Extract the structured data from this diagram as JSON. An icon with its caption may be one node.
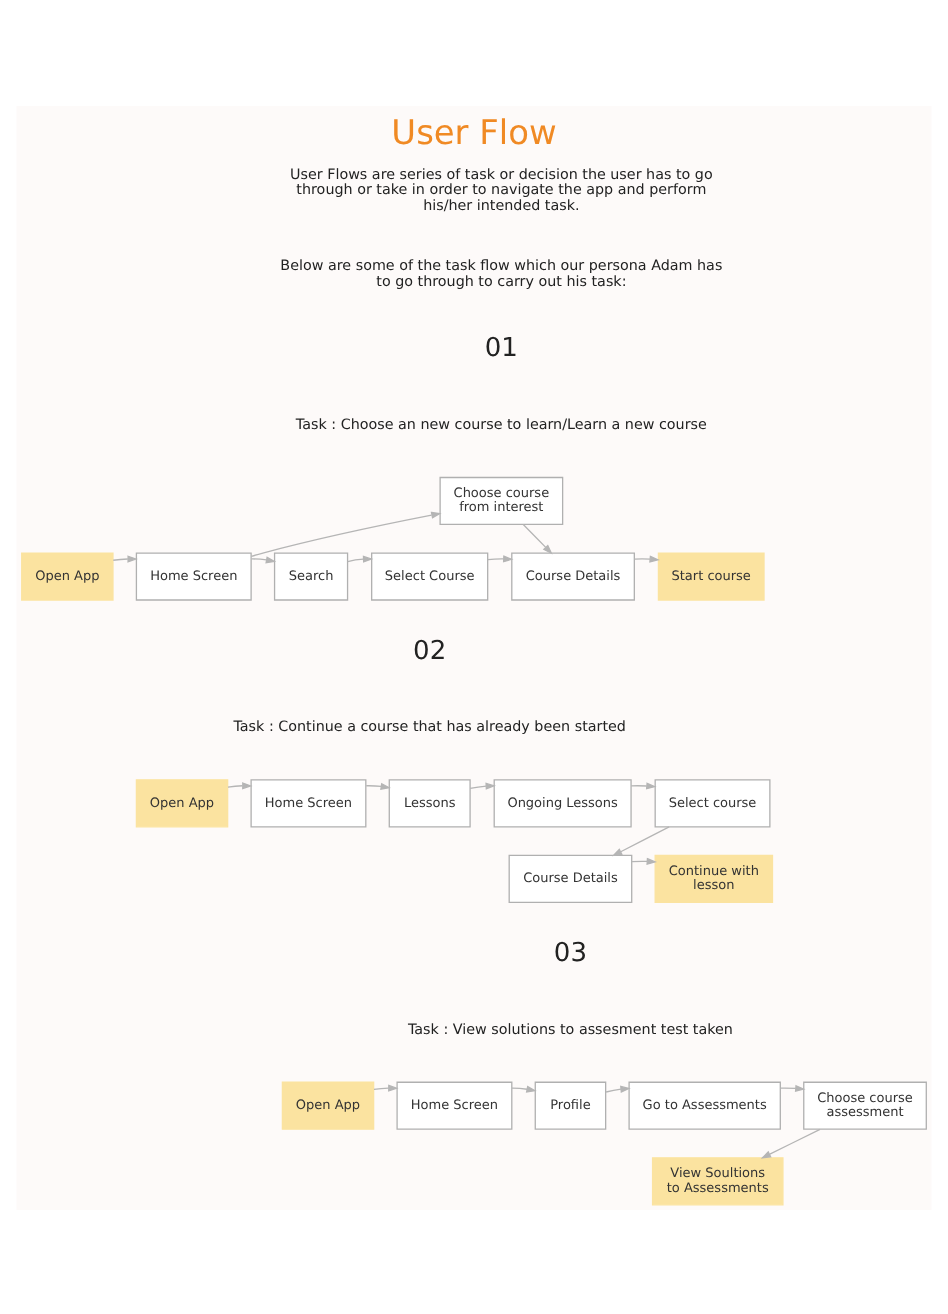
{
  "diagram": {
    "title": "User Flow",
    "nodes": [
      {
        "text": [
          "Open App"
        ]
      },
      {
        "text": [
          "Home Screen"
        ]
      },
      {
        "text": [
          "Search"
        ]
      },
      {
        "text": [
          "Select Course"
        ]
      },
      {
        "text": [
          "Course Details"
        ]
      },
      {
        "text": [
          "Start course"
        ]
      },
      {
        "text": [
          "Choose course from interest"
        ]
      },
      {
        "text": [
          "Open App"
        ]
      },
      {
        "text": [
          "Home Screen"
        ]
      },
      {
        "text": [
          "Lessons"
        ]
      },
      {
        "text": [
          "Ongoing Lessons"
        ]
      },
      {
        "text": [
          "Select course"
        ]
      },
      {
        "text": [
          "Course Details"
        ]
      },
      {
        "text": [
          "Continue with lesson"
        ]
      },
      {
        "text": [
          "Open App"
        ]
      },
      {
        "text": [
          "Home Screen"
        ]
      },
      {
        "text": [
          "Profile"
        ]
      },
      {
        "text": [
          "Go to Assessments"
        ]
      },
      {
        "text": [
          "Choose course assessment"
        ]
      },
      {
        "text": [
          "View Soultions to Assessments"
        ]
      }
    ],
    "edges": [
      {
        "from": 0,
        "to": 1,
        "arrow": "to"
      },
      {
        "from": 1,
        "to": 2,
        "arrow": "to"
      },
      {
        "from": 2,
        "to": 3,
        "arrow": "to"
      },
      {
        "from": 3,
        "to": 4,
        "arrow": "to"
      },
      {
        "from": 4,
        "to": 5,
        "arrow": "to"
      },
      {
        "from": 1,
        "to": 6,
        "arrow": "to"
      },
      {
        "from": 6,
        "to": 4,
        "arrow": "to"
      },
      {
        "from": 7,
        "to": 8,
        "arrow": "to"
      },
      {
        "from": 8,
        "to": 9,
        "arrow": "to"
      },
      {
        "from": 9,
        "to": 10,
        "arrow": "to"
      },
      {
        "from": 10,
        "to": 11,
        "arrow": "to"
      },
      {
        "from": 11,
        "to": 12,
        "arrow": "to"
      },
      {
        "from": 12,
        "to": 13,
        "arrow": "to"
      },
      {
        "from": 14,
        "to": 15,
        "arrow": "to"
      },
      {
        "from": 15,
        "to": 16,
        "arrow": "to"
      },
      {
        "from": 16,
        "to": 17,
        "arrow": "to"
      },
      {
        "from": 17,
        "to": 18,
        "arrow": "to"
      },
      {
        "from": 18,
        "to": 19,
        "arrow": "to"
      }
    ],
    "labels": [
      "User Flows are series of task or decision the user has to go through or take in order to navigate the app and perform his/her intended task.",
      "Below are some of the task flow which our persona Adam has to go through to carry out his task:",
      "01",
      "Task : Choose an new course to learn/Learn a new course",
      "02",
      "Task : Continue a course that has already been started",
      "03",
      "Task : View solutions to assesment test taken"
    ]
  }
}
